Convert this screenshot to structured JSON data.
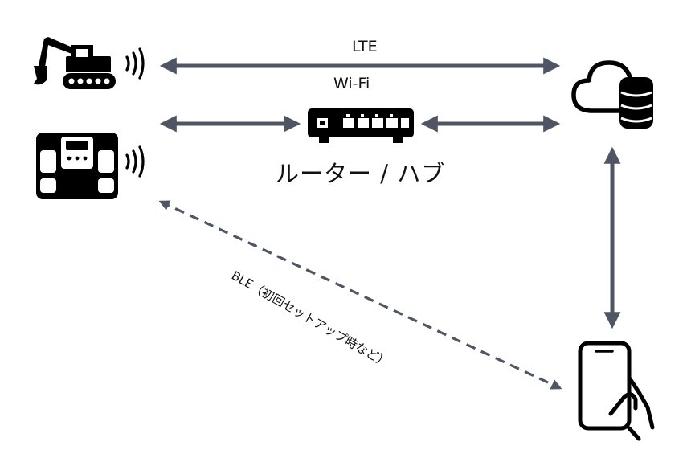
{
  "diagram": {
    "links": {
      "lte_label": "LTE",
      "wifi_label": "Wi-Fi",
      "ble_label": "BLE（初回セットアップ時など）"
    },
    "nodes": {
      "router_label": "ルーター / ハブ"
    },
    "icons": {
      "excavator": "excavator-icon",
      "scale": "body-scale-icon",
      "wireless": "wireless-signal-icon",
      "router": "router-hub-icon",
      "cloud": "cloud-database-icon",
      "phone": "smartphone-hand-icon"
    },
    "colors": {
      "arrow": "#4f5563",
      "icon": "#000000"
    }
  }
}
